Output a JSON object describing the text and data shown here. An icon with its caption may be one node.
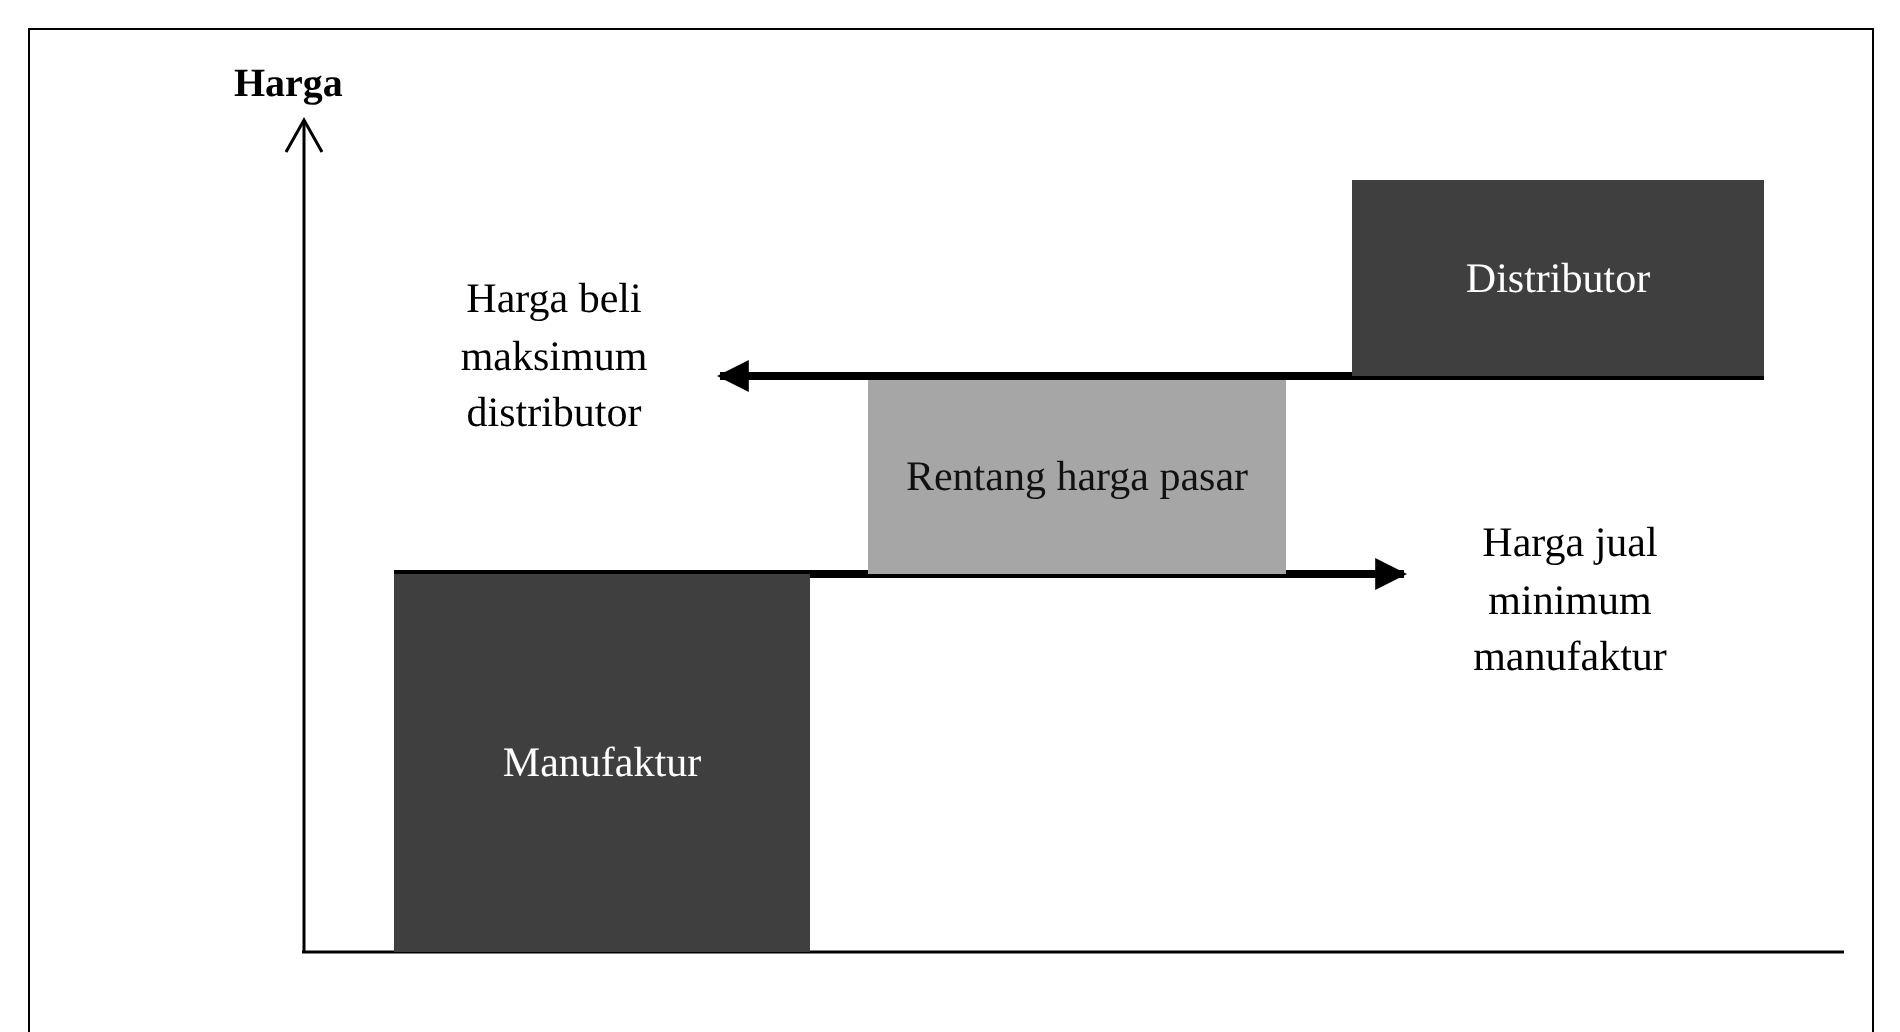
{
  "diagram": {
    "nodes": [
      {
        "text": [
          "Distributor"
        ]
      },
      {
        "text": [
          "Rentang harga pasar"
        ]
      },
      {
        "text": [
          "Manufaktur"
        ]
      },
      {
        "text": [
          "Harga beli maksimum distributor"
        ]
      },
      {
        "text": [
          "Harga jual minimum manufaktur"
        ]
      }
    ],
    "edges": [
      {
        "from": 0,
        "to": 3,
        "arrow": "to"
      },
      {
        "from": 2,
        "to": 4,
        "arrow": "to"
      }
    ],
    "labels": [
      "Harga"
    ]
  }
}
